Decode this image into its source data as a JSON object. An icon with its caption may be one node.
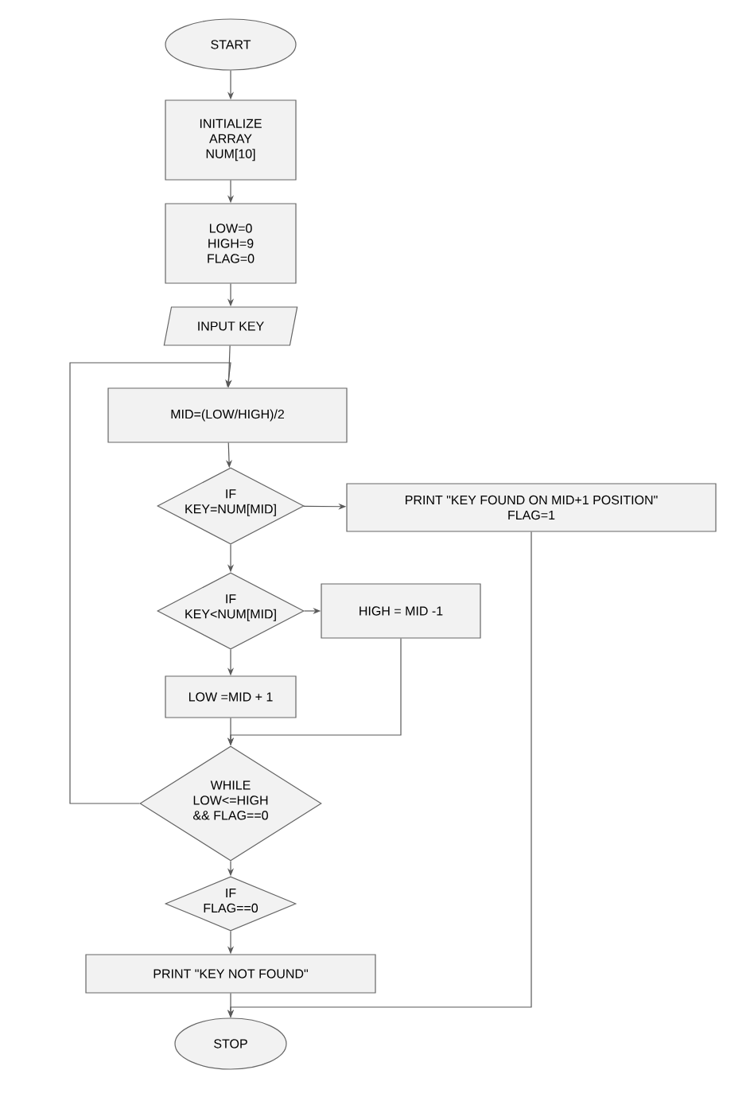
{
  "diagram": {
    "nodes": [
      {
        "text": [
          "START"
        ]
      },
      {
        "text": [
          "INITIALIZE ARRAY NUM[10]"
        ]
      },
      {
        "text": [
          "LOW=0 HIGH=9 FLAG=0"
        ]
      },
      {
        "text": [
          "INPUT KEY"
        ]
      },
      {
        "text": [
          "MID=(LOW/HIGH)/2"
        ]
      },
      {
        "text": [
          "IF KEY=NUM[MID]"
        ]
      },
      {
        "text": [
          "PRINT \"KEY FOUND ON MID+1 POSITION\" FLAG=1"
        ]
      },
      {
        "text": [
          "IF KEY<NUM[MID]"
        ]
      },
      {
        "text": [
          "HIGH = MID -1"
        ]
      },
      {
        "text": [
          "LOW =MID + 1"
        ]
      },
      {
        "text": [
          "WHILE LOW<=HIGH && FLAG==0"
        ]
      },
      {
        "text": [
          "IF FLAG==0"
        ]
      },
      {
        "text": [
          "PRINT \"KEY NOT FOUND\""
        ]
      },
      {
        "text": [
          "STOP"
        ]
      }
    ],
    "edges": [
      {
        "from": 0,
        "to": 1,
        "arrow": "to"
      },
      {
        "from": 1,
        "to": 2,
        "arrow": "to"
      },
      {
        "from": 2,
        "to": 3,
        "arrow": "to"
      },
      {
        "from": 3,
        "to": 4,
        "arrow": "to"
      },
      {
        "from": 4,
        "to": 5,
        "arrow": "to"
      },
      {
        "from": 5,
        "to": 6,
        "arrow": "to"
      },
      {
        "from": 5,
        "to": 7,
        "arrow": "to"
      },
      {
        "from": 7,
        "to": 8,
        "arrow": "to"
      },
      {
        "from": 7,
        "to": 9,
        "arrow": "to"
      },
      {
        "from": 9,
        "to": 10,
        "arrow": "to"
      },
      {
        "from": 8,
        "to": 10,
        "arrow": "to"
      },
      {
        "from": 10,
        "to": 4,
        "arrow": "to"
      },
      {
        "from": 10,
        "to": 11,
        "arrow": "to"
      },
      {
        "from": 11,
        "to": 12,
        "arrow": "to"
      },
      {
        "from": 12,
        "to": 13,
        "arrow": "to"
      },
      {
        "from": 6,
        "to": 13,
        "arrow": "to"
      }
    ]
  }
}
